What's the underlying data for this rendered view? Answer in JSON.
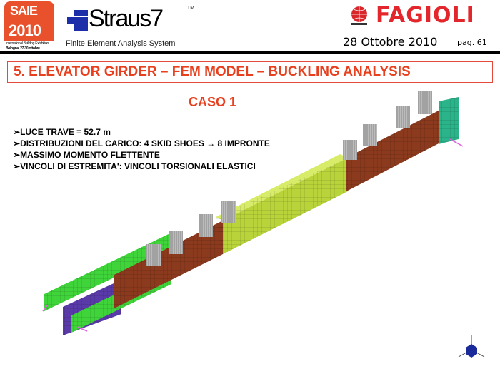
{
  "header": {
    "saie_logo": {
      "line1": "SAIE",
      "line2": "2010",
      "line3": "International Building Exhibition",
      "line4": "Bologna, 27-30 ottobre"
    },
    "straus_logo": {
      "name": "Straus7",
      "tm": "TM",
      "subtitle": "Finite Element Analysis System"
    },
    "fagioli_logo": "FAGIOLI",
    "date": "28 Ottobre 2010",
    "page": "pag. 61"
  },
  "slide": {
    "title": "5. ELEVATOR GIRDER – FEM MODEL – BUCKLING ANALYSIS",
    "subtitle": "CASO 1",
    "bullets": [
      "LUCE TRAVE = 52.7 m",
      "DISTRIBUZIONI DEL CARICO: 4 SKID SHOES → 8 IMPRONTE",
      "MASSIMO MOMENTO FLETTENTE",
      "VINCOLI DI ESTREMITA': VINCOLI TORSIONALI ELASTICI"
    ],
    "bullet_marker": "➢"
  },
  "colors": {
    "accent": "#e8401e",
    "brown": "#8b3a1e",
    "yellowgreen": "#b8d43a",
    "green": "#3fd43a",
    "teal": "#2bb38a",
    "purple": "#5a3aa8"
  }
}
